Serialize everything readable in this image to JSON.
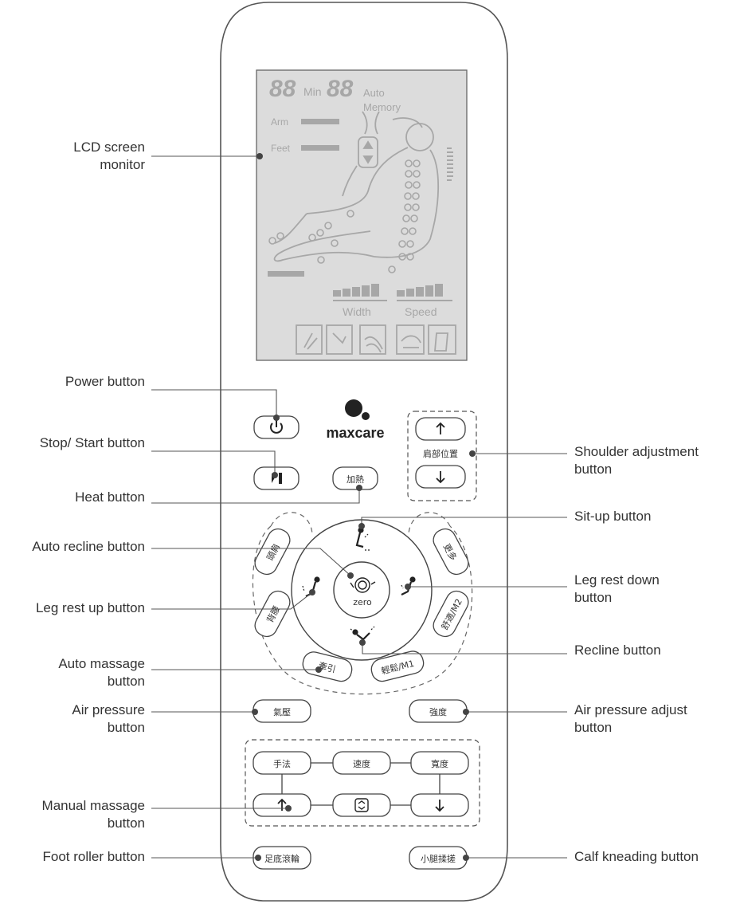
{
  "lcd": {
    "digits_left": "88",
    "min_label": "Min",
    "digits_right": "88",
    "auto_label": "Auto",
    "memory_label": "Memory",
    "arm_label": "Arm",
    "feet_label": "Feet",
    "width_label": "Width",
    "speed_label": "Speed"
  },
  "brand": {
    "logo_text": "maxcare"
  },
  "buttons": {
    "shoulder_text": "肩部位置",
    "heat": "加熱",
    "head_shoulder": "頭肩",
    "back_waist": "背腰",
    "traction": "牽引",
    "relax": "輕鬆/M1",
    "comfort": "舒適/M2",
    "more": "更多",
    "zero": "zero",
    "air_pressure": "氣壓",
    "intensity": "強度",
    "technique": "手法",
    "speed": "速度",
    "width": "寬度",
    "foot_roller": "足底滾輪",
    "calf_kneading": "小腿揉搓"
  },
  "labels": {
    "lcd_screen": "LCD screen\nmonitor",
    "power": "Power button",
    "stop_start": "Stop/ Start button",
    "heat": "Heat button",
    "auto_recline": "Auto recline button",
    "leg_rest_up": "Leg rest up button",
    "auto_massage": "Auto massage\nbutton",
    "air_pressure": "Air pressure\nbutton",
    "manual_massage": "Manual massage\nbutton",
    "foot_roller": "Foot roller button",
    "shoulder_adjust": "Shoulder adjustment\nbutton",
    "sit_up": "Sit-up button",
    "leg_rest_down": "Leg rest down\nbutton",
    "recline": "Recline button",
    "air_pressure_adjust": "Air pressure adjust\nbutton",
    "calf_kneading": "Calf kneading button"
  }
}
